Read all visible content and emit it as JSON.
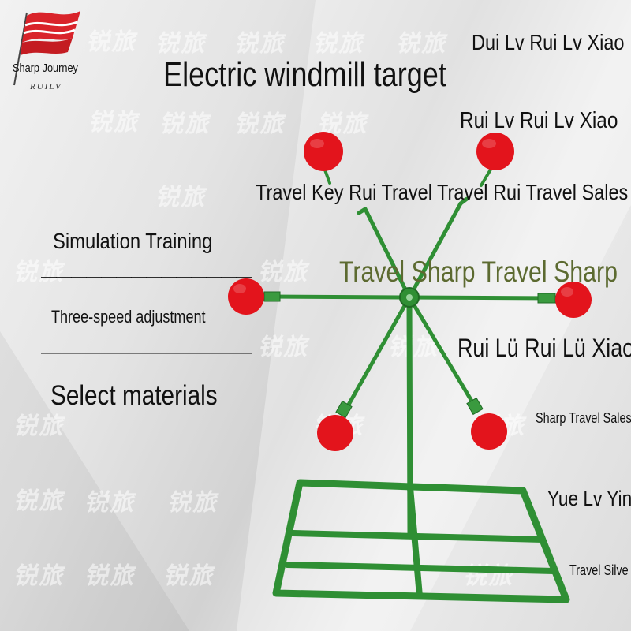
{
  "brand": {
    "name": "Sharp Journey",
    "logo_mark": "RUILV"
  },
  "title": "Electric windmill target",
  "watermark": "锐旅",
  "left_panel": {
    "feature_1": "Simulation Training",
    "separator_1": "——————————————",
    "feature_2": "Three-speed adjustment",
    "separator_2": "——————————————",
    "feature_3": "Select materials"
  },
  "overlay_texts": {
    "t1": "Dui Lv Rui Lv Xiao",
    "t2": "Rui Lv Rui Lv Xiao",
    "t3": "Travel Key Rui Travel Travel Rui Travel Sales",
    "t4": "Travel Sharp Travel Sharp",
    "t5": "Rui Lü Rui Lü Xiao",
    "t6": "Sharp Travel Sales",
    "t7": "Yue Lv Yin",
    "t8": "Travel Silve"
  },
  "colors": {
    "frame_green": "#2f8f34",
    "target_red": "#e3141c",
    "text": "#111111",
    "olive_text": "#5c6a30"
  }
}
